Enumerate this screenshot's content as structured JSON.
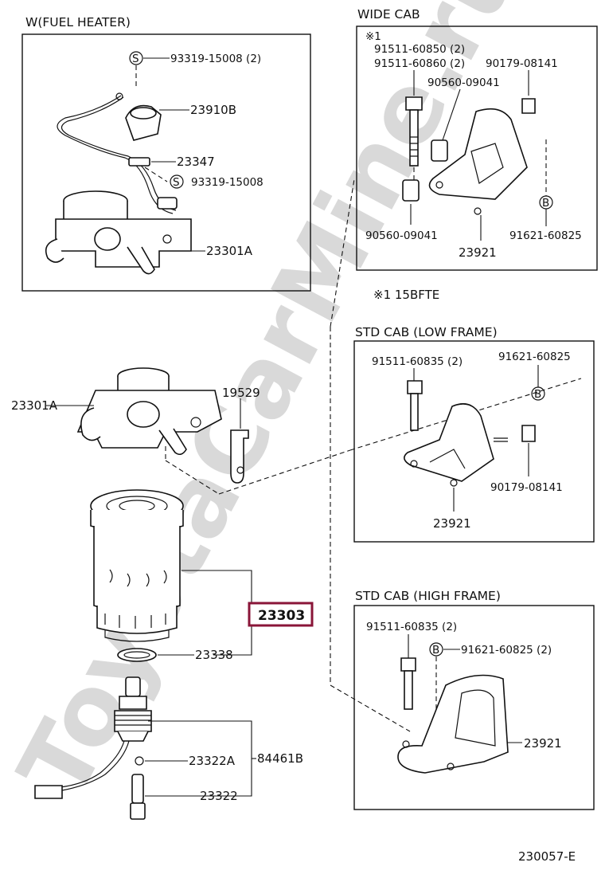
{
  "watermark": "ToyotaCarMine.ru",
  "figure_code": "230057-E",
  "highlight_part": "23303",
  "note": "※1 15BFTE",
  "fuel_heater": {
    "title": "W(FUEL  HEATER)",
    "labels": {
      "p1": "93319-15008 (2)",
      "p2": "23910B",
      "p3": "23347",
      "p4": "93319-15008",
      "p5": "23301A"
    },
    "s_marks": [
      "S",
      "S"
    ]
  },
  "main": {
    "labels": {
      "housing": "23301A",
      "bracket": "19529",
      "gasket": "23338",
      "sensor_group": "84461B",
      "oring": "23322A",
      "sensor": "23322"
    }
  },
  "wide_cab": {
    "title": "WIDE CAB",
    "labels": {
      "mark": "※1",
      "bolt1": "91511-60850 (2)",
      "bolt2": "91511-60860 (2)",
      "nut": "90179-08141",
      "collar_top": "90560-09041",
      "collar_bottom": "90560-09041",
      "bracket": "23921",
      "bmark_part": "91621-60825"
    },
    "b_mark": "B"
  },
  "std_low": {
    "title": "STD CAB (LOW FRAME)",
    "labels": {
      "bolt": "91511-60835 (2)",
      "bmark_part": "91621-60825",
      "nut": "90179-08141",
      "bracket": "23921"
    },
    "b_mark": "B"
  },
  "std_high": {
    "title": "STD CAB (HIGH FRAME)",
    "labels": {
      "bolt": "91511-60835 (2)",
      "bmark_part": "91621-60825 (2)",
      "bracket": "23921"
    },
    "b_mark": "B"
  }
}
